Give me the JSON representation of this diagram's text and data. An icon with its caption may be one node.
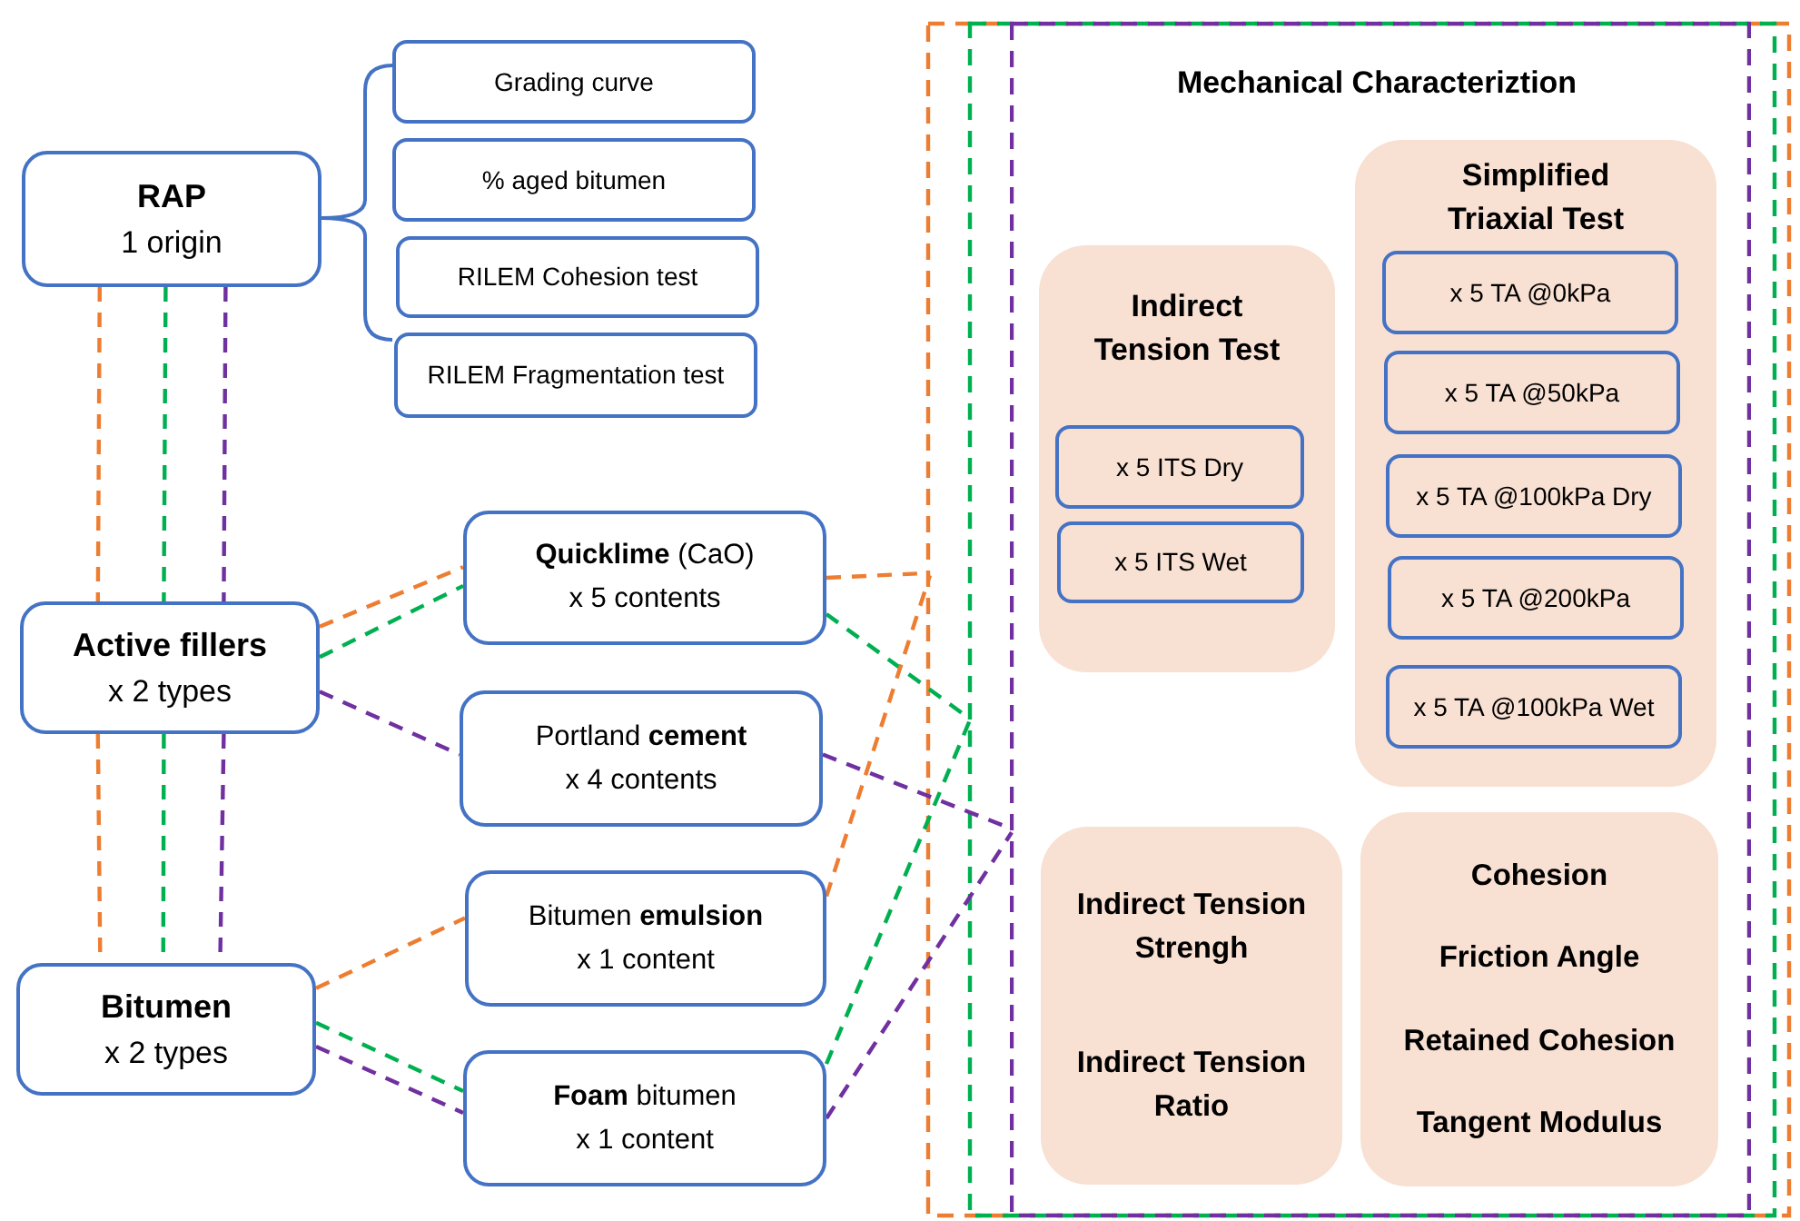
{
  "diagram": {
    "title": "Mechanical Characteriztion",
    "nodes": [
      {
        "text": [
          "RAP",
          "1 origin"
        ]
      },
      {
        "text": [
          "Grading curve"
        ]
      },
      {
        "text": [
          "% aged bitumen"
        ]
      },
      {
        "text": [
          "RILEM Cohesion test"
        ]
      },
      {
        "text": [
          "RILEM Fragmentation test"
        ]
      },
      {
        "text": [
          "Active fillers",
          "x 2 types"
        ]
      },
      {
        "text": [
          "Bitumen",
          "x 2 types"
        ]
      },
      {
        "text": [
          "**Quicklime** (CaO)",
          "x 5 contents"
        ]
      },
      {
        "text": [
          "Portland **cement**",
          "x 4 contents"
        ]
      },
      {
        "text": [
          "Bitumen **emulsion**",
          "x 1 content"
        ]
      },
      {
        "text": [
          "**Foam** bitumen",
          "x 1 content"
        ]
      },
      {
        "text": [],
        "shape": "box"
      },
      {
        "text": [
          "Indirect Tension Test"
        ],
        "in": 11
      },
      {
        "text": [
          "x 5 ITS Dry"
        ],
        "in": 12
      },
      {
        "text": [
          "x 5 ITS Wet"
        ],
        "in": 12
      },
      {
        "text": [
          "Simplified Triaxial Test"
        ],
        "in": 11
      },
      {
        "text": [
          "x 5 TA @0kPa"
        ],
        "in": 15
      },
      {
        "text": [
          "x 5 TA @50kPa"
        ],
        "in": 15
      },
      {
        "text": [
          "x 5 TA @100kPa Dry"
        ],
        "in": 15
      },
      {
        "text": [
          "x 5 TA @200kPa"
        ],
        "in": 15
      },
      {
        "text": [
          "x 5 TA @100kPa Wet"
        ],
        "in": 15
      },
      {
        "text": [
          "Indirect Tension Strengh",
          "Indirect Tension Ratio"
        ],
        "in": 11
      },
      {
        "text": [
          "Cohesion",
          "Friction Angle",
          "Retained Cohesion",
          "Tangent Modulus"
        ],
        "in": 11
      }
    ],
    "edges": [
      {
        "from": 0,
        "to": 5,
        "arrow": "none",
        "style": "dashed",
        "color": "#ed7d31"
      },
      {
        "from": 0,
        "to": 5,
        "arrow": "none",
        "style": "dashed",
        "color": "#00b050"
      },
      {
        "from": 0,
        "to": 5,
        "arrow": "none",
        "style": "dashed",
        "color": "#7030a0"
      },
      {
        "from": 5,
        "to": 6,
        "arrow": "none",
        "style": "dashed",
        "color": "#ed7d31"
      },
      {
        "from": 5,
        "to": 6,
        "arrow": "none",
        "style": "dashed",
        "color": "#00b050"
      },
      {
        "from": 5,
        "to": 6,
        "arrow": "none",
        "style": "dashed",
        "color": "#7030a0"
      },
      {
        "from": 5,
        "to": 7,
        "arrow": "none",
        "style": "dashed",
        "color": "#ed7d31"
      },
      {
        "from": 5,
        "to": 7,
        "arrow": "none",
        "style": "dashed",
        "color": "#00b050"
      },
      {
        "from": 5,
        "to": 8,
        "arrow": "none",
        "style": "dashed",
        "color": "#7030a0"
      },
      {
        "from": 6,
        "to": 9,
        "arrow": "none",
        "style": "dashed",
        "color": "#ed7d31"
      },
      {
        "from": 6,
        "to": 10,
        "arrow": "none",
        "style": "dashed",
        "color": "#00b050"
      },
      {
        "from": 6,
        "to": 10,
        "arrow": "none",
        "style": "dashed",
        "color": "#7030a0"
      },
      {
        "from": 7,
        "to": 11,
        "arrow": "none",
        "style": "dashed",
        "color": "#ed7d31"
      },
      {
        "from": 7,
        "to": 11,
        "arrow": "none",
        "style": "dashed",
        "color": "#00b050"
      },
      {
        "from": 8,
        "to": 11,
        "arrow": "none",
        "style": "dashed",
        "color": "#7030a0"
      },
      {
        "from": 9,
        "to": 11,
        "arrow": "none",
        "style": "dashed",
        "color": "#ed7d31"
      },
      {
        "from": 10,
        "to": 11,
        "arrow": "none",
        "style": "dashed",
        "color": "#00b050"
      },
      {
        "from": 10,
        "to": 11,
        "arrow": "none",
        "style": "dashed",
        "color": "#7030a0"
      }
    ]
  }
}
